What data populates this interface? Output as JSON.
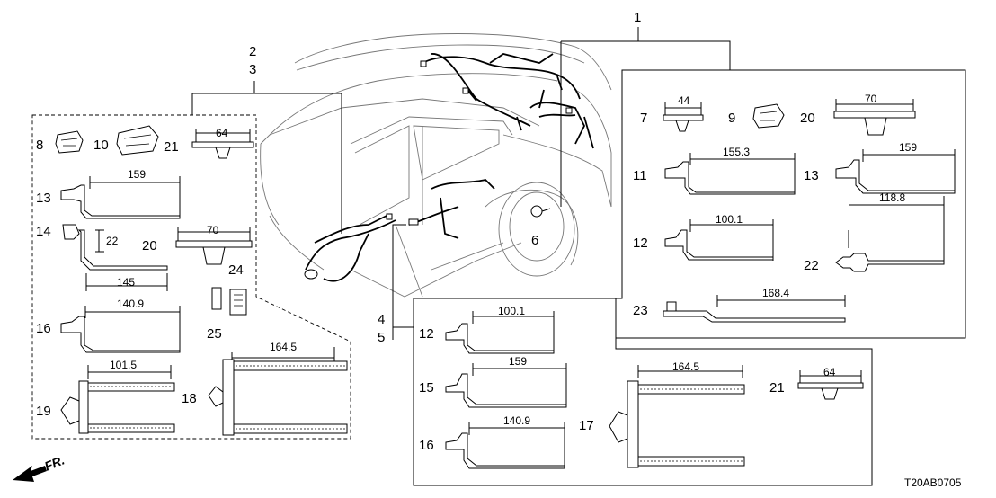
{
  "callouts": {
    "n1": "1",
    "n2": "2",
    "n3": "3",
    "n4": "4",
    "n5": "5",
    "n6": "6",
    "n7": "7",
    "n8": "8",
    "n9": "9",
    "n10": "10",
    "n11": "11",
    "n12": "12",
    "n13": "13",
    "n14": "14",
    "n15": "15",
    "n16": "16",
    "n17": "17",
    "n18": "18",
    "n19": "19",
    "n20": "20",
    "n21": "21",
    "n22": "22",
    "n23": "23",
    "n24": "24",
    "n25": "25"
  },
  "dimensions": {
    "d44": "44",
    "d70": "70",
    "d64": "64",
    "d159": "159",
    "d155_3": "155.3",
    "d100_1": "100.1",
    "d118_8": "118.8",
    "d168_4": "168.4",
    "d22": "22",
    "d145": "145",
    "d140_9": "140.9",
    "d101_5": "101.5",
    "d164_5": "164.5"
  },
  "front_label": "FR.",
  "diagram_code": "T20AB0705"
}
